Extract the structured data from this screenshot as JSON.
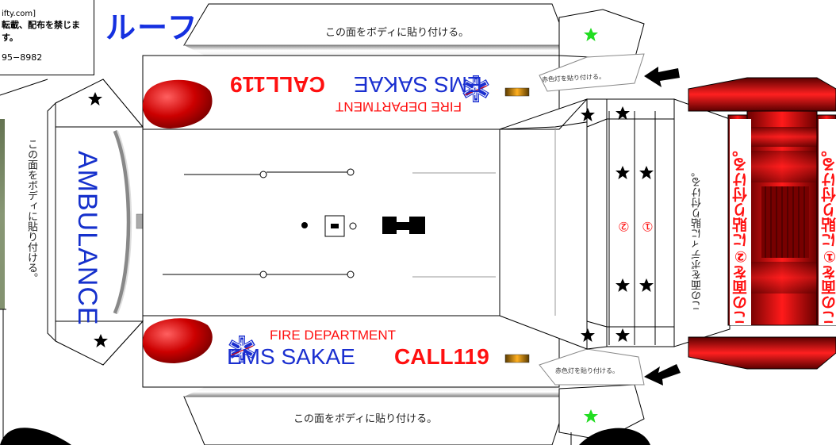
{
  "credit": {
    "line1": "ifty.com]",
    "line2": "転載、配布を禁じます。",
    "line3": "95−8982"
  },
  "title": "ルーフ",
  "labels": {
    "paste_body": "この面をボディに貼り付ける。",
    "red_light": "赤色灯を貼り付ける。",
    "paste_face_2": "この面を②に貼り付ける。",
    "paste_face_1": "この面を①に貼り付ける。",
    "circle_2": "②",
    "circle_1": "①"
  },
  "vehicle": {
    "side_text": "AMBULANCE",
    "fire_department": "FIRE DEPARTMENT",
    "ems_sakae": "EMS SAKAE",
    "call": "CALL119",
    "call_flipped": "CALL119"
  },
  "colors": {
    "title_blue": "#1530e0",
    "ems_blue": "#1a2fd0",
    "call_red": "#ff1010",
    "light_red": "#c00000",
    "star_green": "#22dd22"
  },
  "icons": [
    "star-icon",
    "arrow-icon",
    "star-of-life-icon",
    "amber-light-icon"
  ]
}
